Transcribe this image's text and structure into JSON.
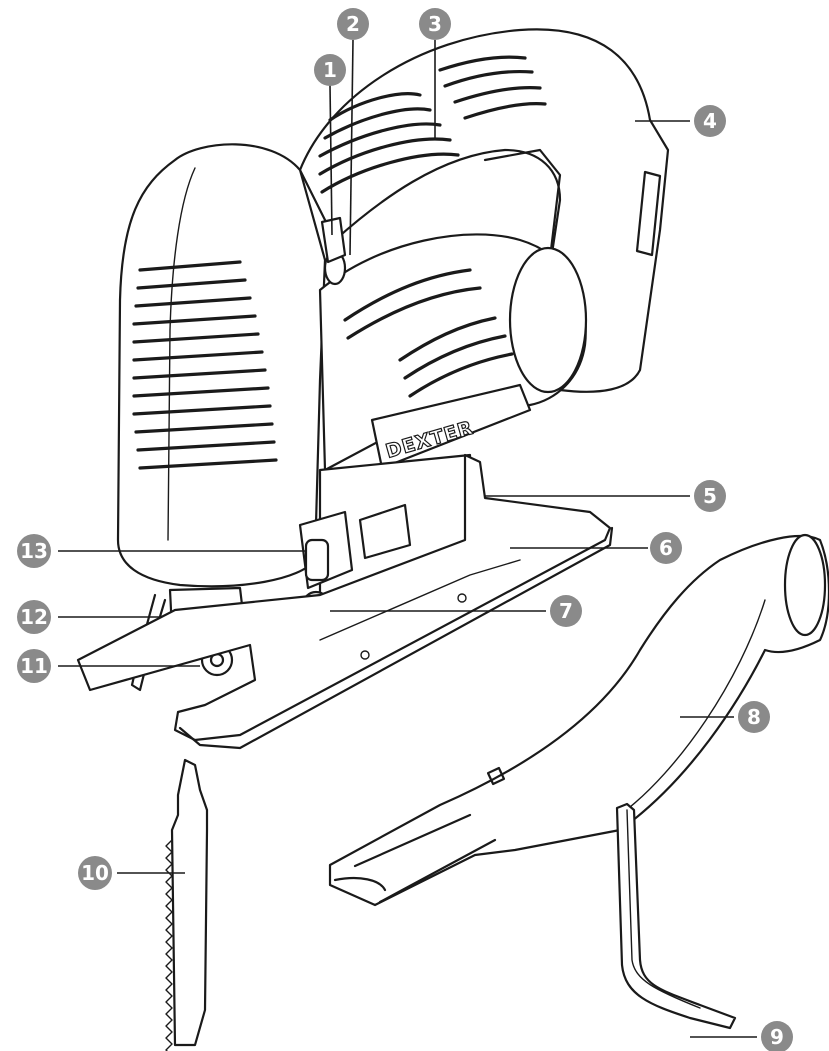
{
  "brand_label": "DEXTER",
  "colors": {
    "callout_fill": "#8a8a8a",
    "callout_text": "#ffffff",
    "line": "#1a1a1a",
    "background": "#ffffff"
  },
  "callouts": [
    "1",
    "2",
    "3",
    "4",
    "5",
    "6",
    "7",
    "8",
    "9",
    "10",
    "11",
    "12",
    "13"
  ]
}
